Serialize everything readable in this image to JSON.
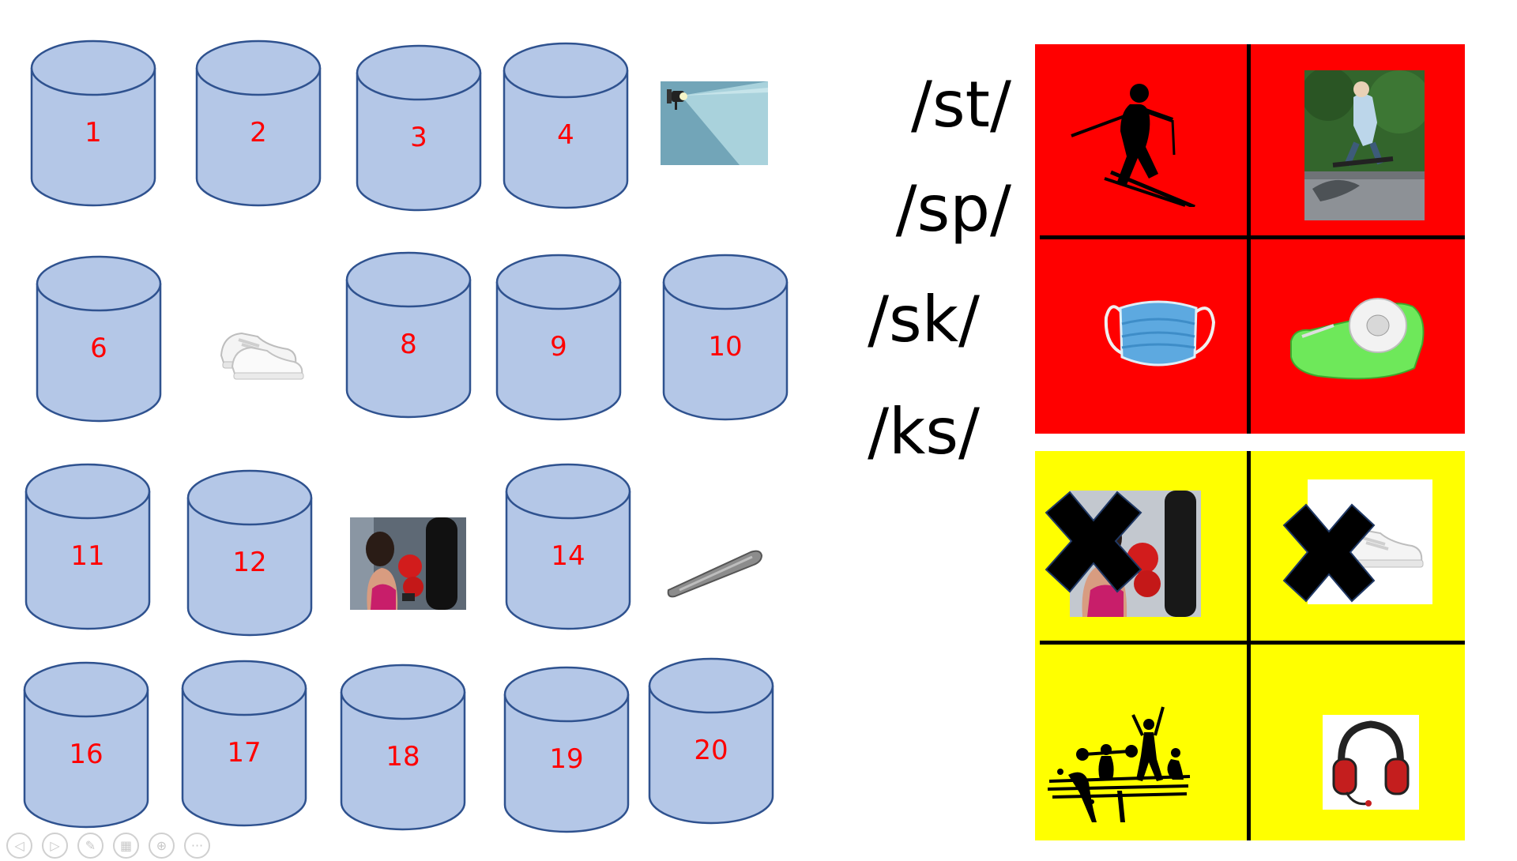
{
  "slide": {
    "background": "#ffffff",
    "cylinder_fill": "#b4c7e7",
    "cylinder_stroke": "#2f528f",
    "number_color": "#ff0000"
  },
  "cylinders": {
    "c1": "1",
    "c2": "2",
    "c3": "3",
    "c4": "4",
    "c6": "6",
    "c8": "8",
    "c9": "9",
    "c10": "10",
    "c11": "11",
    "c12": "12",
    "c14": "14",
    "c16": "16",
    "c17": "17",
    "c18": "18",
    "c19": "19",
    "c20": "20"
  },
  "revealed_tiles": {
    "t5": "spotlight-image",
    "t7": "sneakers-image",
    "t13": "boxer-image",
    "t15": "pen-image"
  },
  "sounds": {
    "st": "/st/",
    "sp": "/sp/",
    "sk": "/sk/",
    "ks": "/ks/"
  },
  "red_board": {
    "color": "#ff0000",
    "cells": [
      "skier-image",
      "skateboarder-image",
      "face-mask-image",
      "tape-dispenser-image"
    ]
  },
  "yellow_board": {
    "color": "#ffff00",
    "cells": [
      "boxer-crossed-image",
      "sneakers-crossed-image",
      "fitness-silhouette-image",
      "headphones-image"
    ]
  },
  "slideshow_controls": {
    "prev": "◁",
    "next": "▷",
    "pen": "✎",
    "slides": "▦",
    "zoom": "⊕",
    "more": "···"
  }
}
